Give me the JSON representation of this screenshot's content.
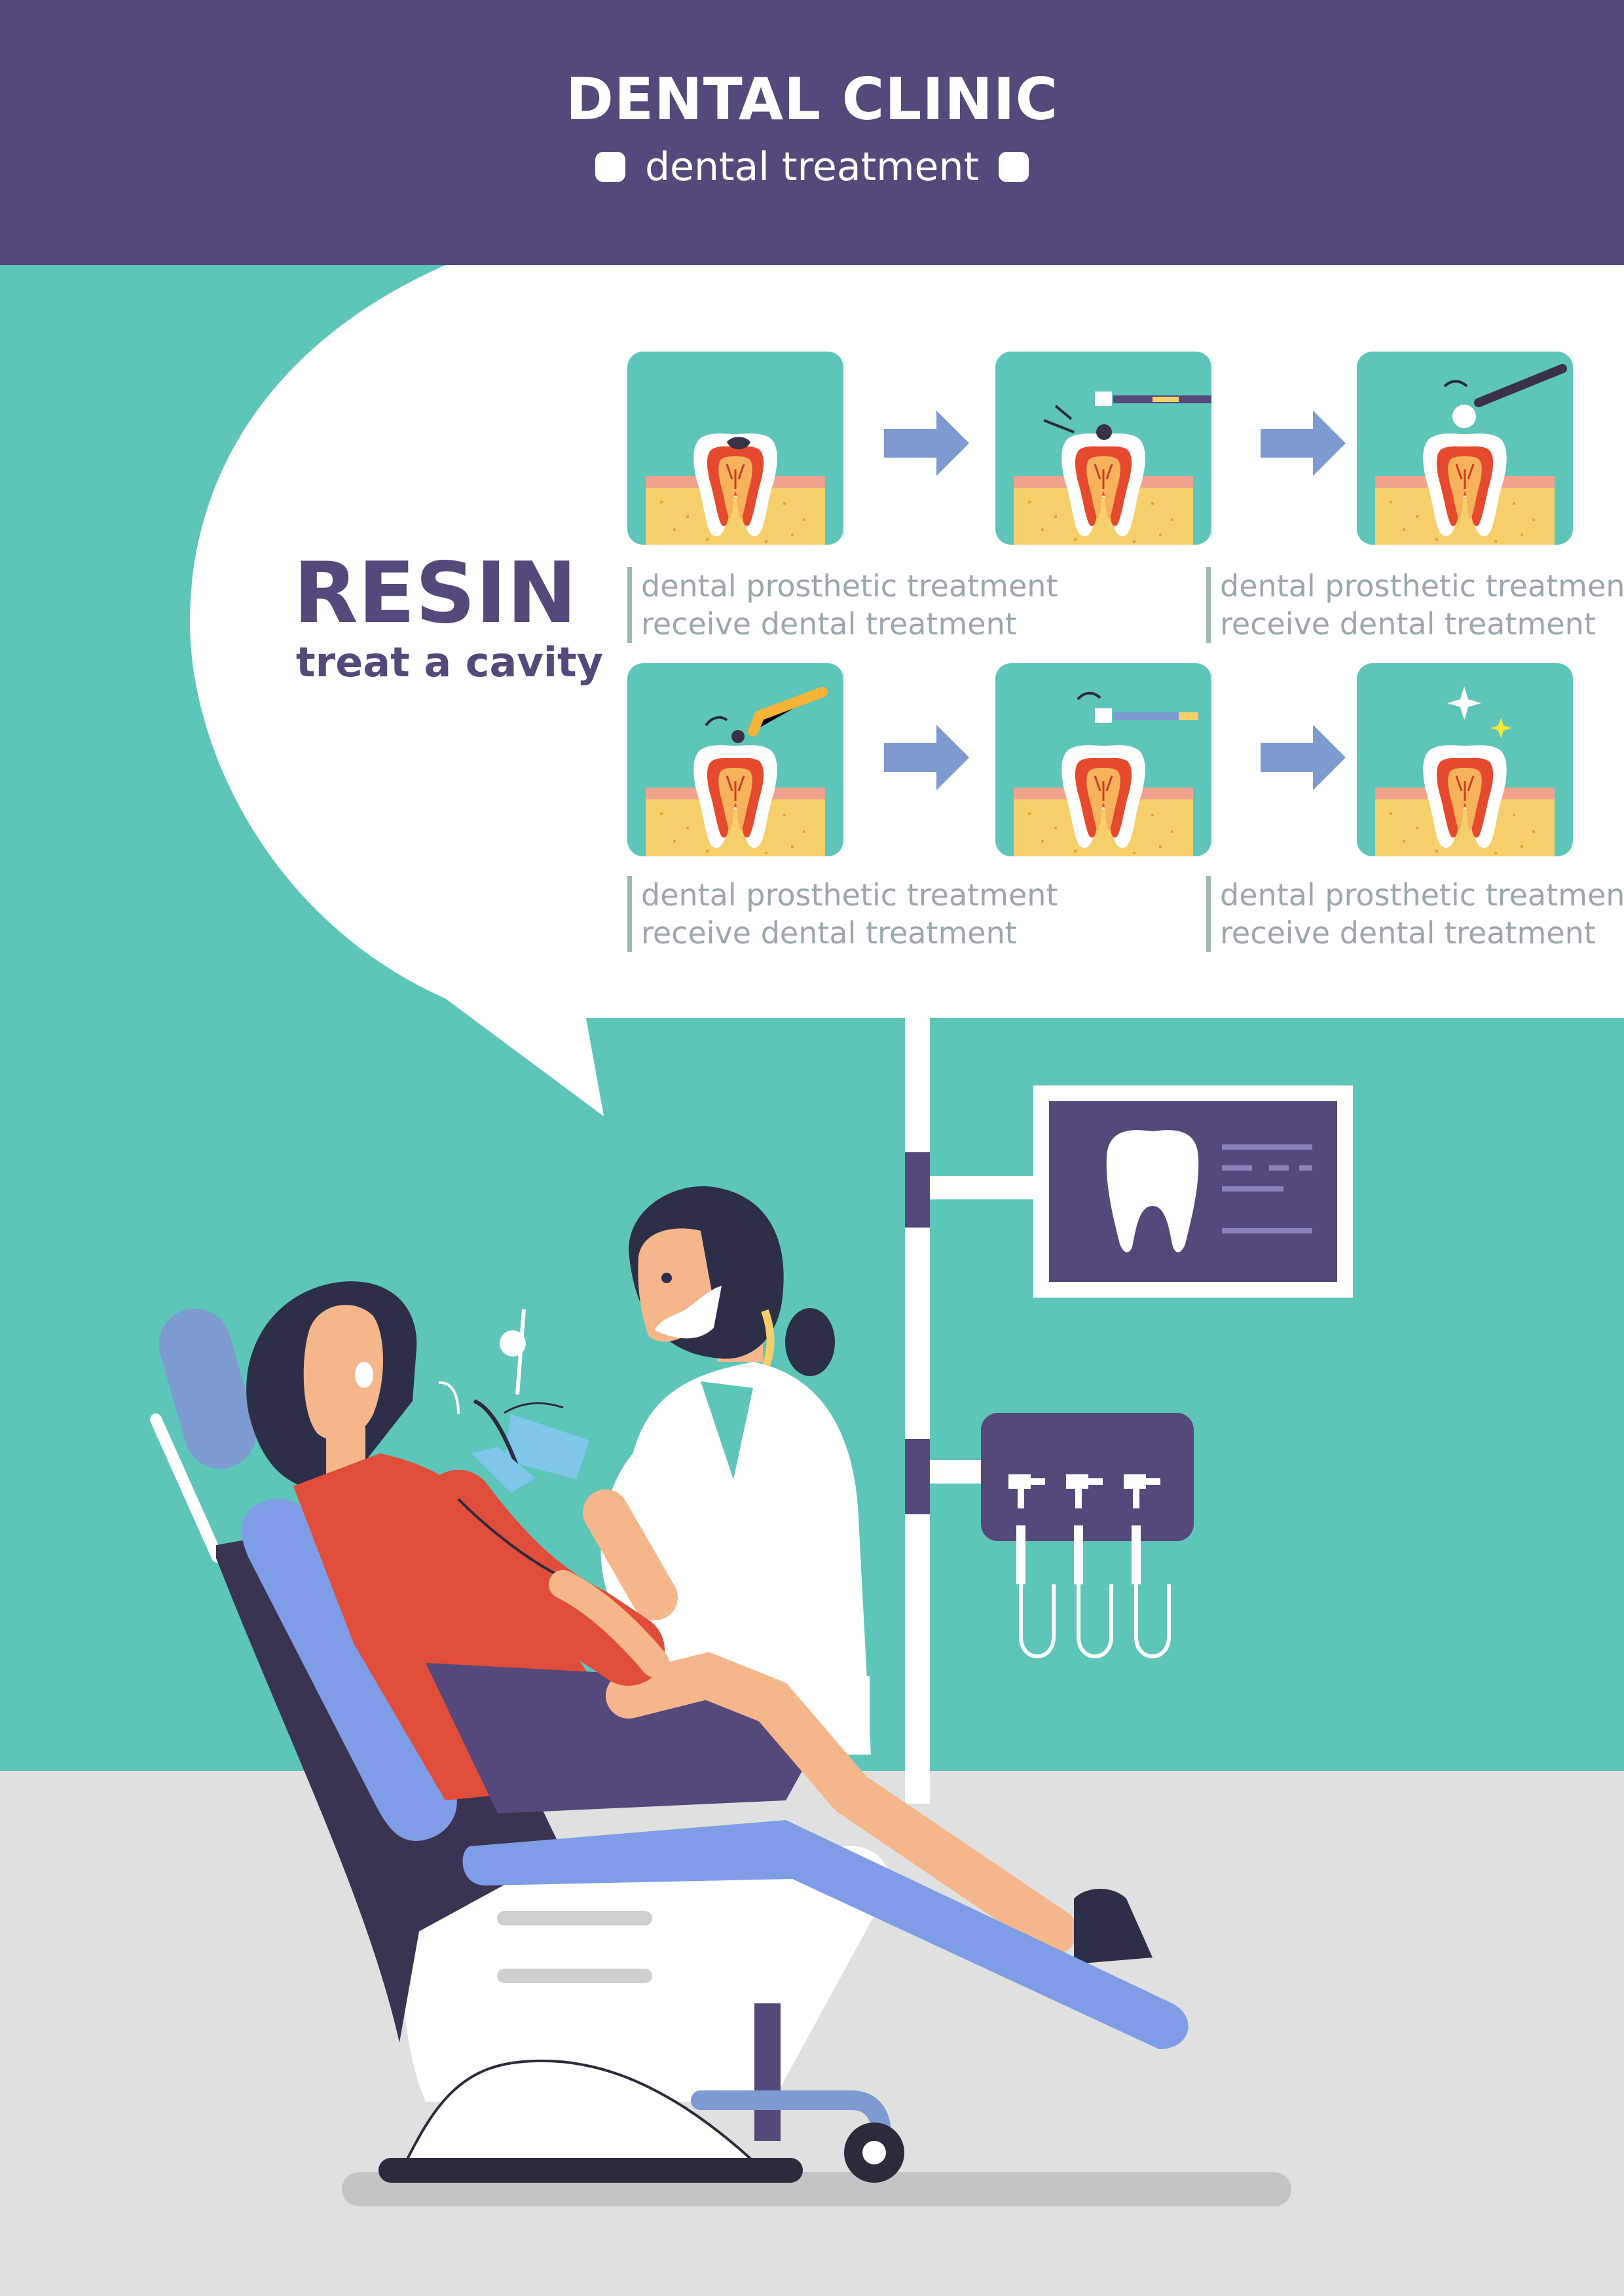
{
  "header": {
    "title": "DENTAL CLINIC",
    "subtitle": "dental treatment"
  },
  "intro": {
    "heading": "RESIN",
    "subheading": "treat a cavity"
  },
  "captions": [
    {
      "line1": "dental prosthetic treatment",
      "line2": "receive dental treatment"
    },
    {
      "line1": "dental prosthetic treatment",
      "line2": "receive dental treatment"
    },
    {
      "line1": "dental prosthetic treatment",
      "line2": "receive dental treatment"
    },
    {
      "line1": "dental prosthetic treatment",
      "line2": "receive dental treatment"
    }
  ],
  "steps": [
    {
      "icon": "tooth-with-cavity-icon"
    },
    {
      "icon": "drill-removing-decay-icon"
    },
    {
      "icon": "applying-resin-icon"
    },
    {
      "icon": "curing-light-icon"
    },
    {
      "icon": "polishing-drill-icon"
    },
    {
      "icon": "sparkling-clean-tooth-icon"
    }
  ],
  "colors": {
    "header": "#54497a",
    "teal": "#5ec5b9",
    "panel": "#ffffff",
    "floor": "#e0e0e0",
    "arrow": "#7d9bd1",
    "chair": "#7e9de6",
    "gum": "#f6cf6b",
    "pulp": "#e64a2e"
  }
}
